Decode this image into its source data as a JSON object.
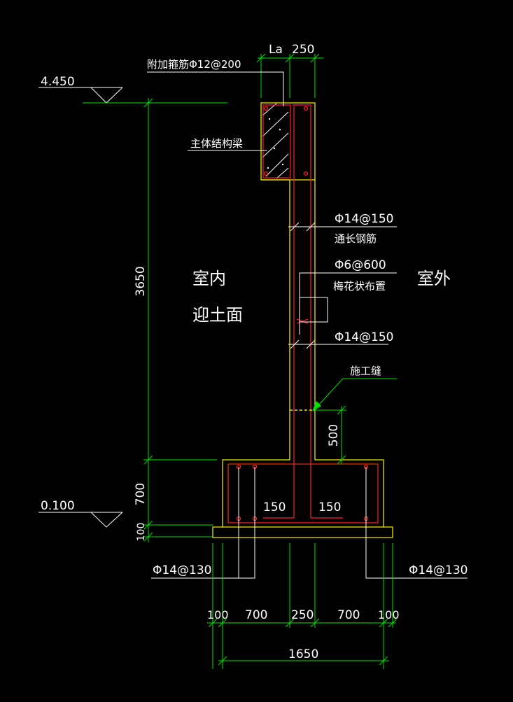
{
  "levels": {
    "top": "4.450",
    "bottom": "0.100"
  },
  "dims": {
    "top_la": "La",
    "top_250": "250",
    "wall_height": "3650",
    "footing_700": "700",
    "slab_100": "100",
    "joint_500": "500",
    "inner_150_left": "150",
    "inner_150_right": "150",
    "bottom": [
      "100",
      "700",
      "250",
      "700",
      "100"
    ],
    "total": "1650"
  },
  "labels": {
    "add_stirrup": "附加箍筋Φ12@200",
    "main_beam": "主体结构梁",
    "rebar_long": "Φ14@150",
    "rebar_long_note": "通长钢筋",
    "tie": "Φ6@600",
    "tie_note": "梅花状布置",
    "rebar_vertical": "Φ14@150",
    "construction_joint": "施工缝",
    "foot_left": "Φ14@130",
    "foot_right": "Φ14@130",
    "indoor": "室内",
    "earth_face": "迎土面",
    "outdoor": "室外"
  },
  "colors": {
    "dim": "#00e000",
    "concrete": "#e6e600",
    "rebar": "#ff2020",
    "leader": "#ffffff"
  }
}
